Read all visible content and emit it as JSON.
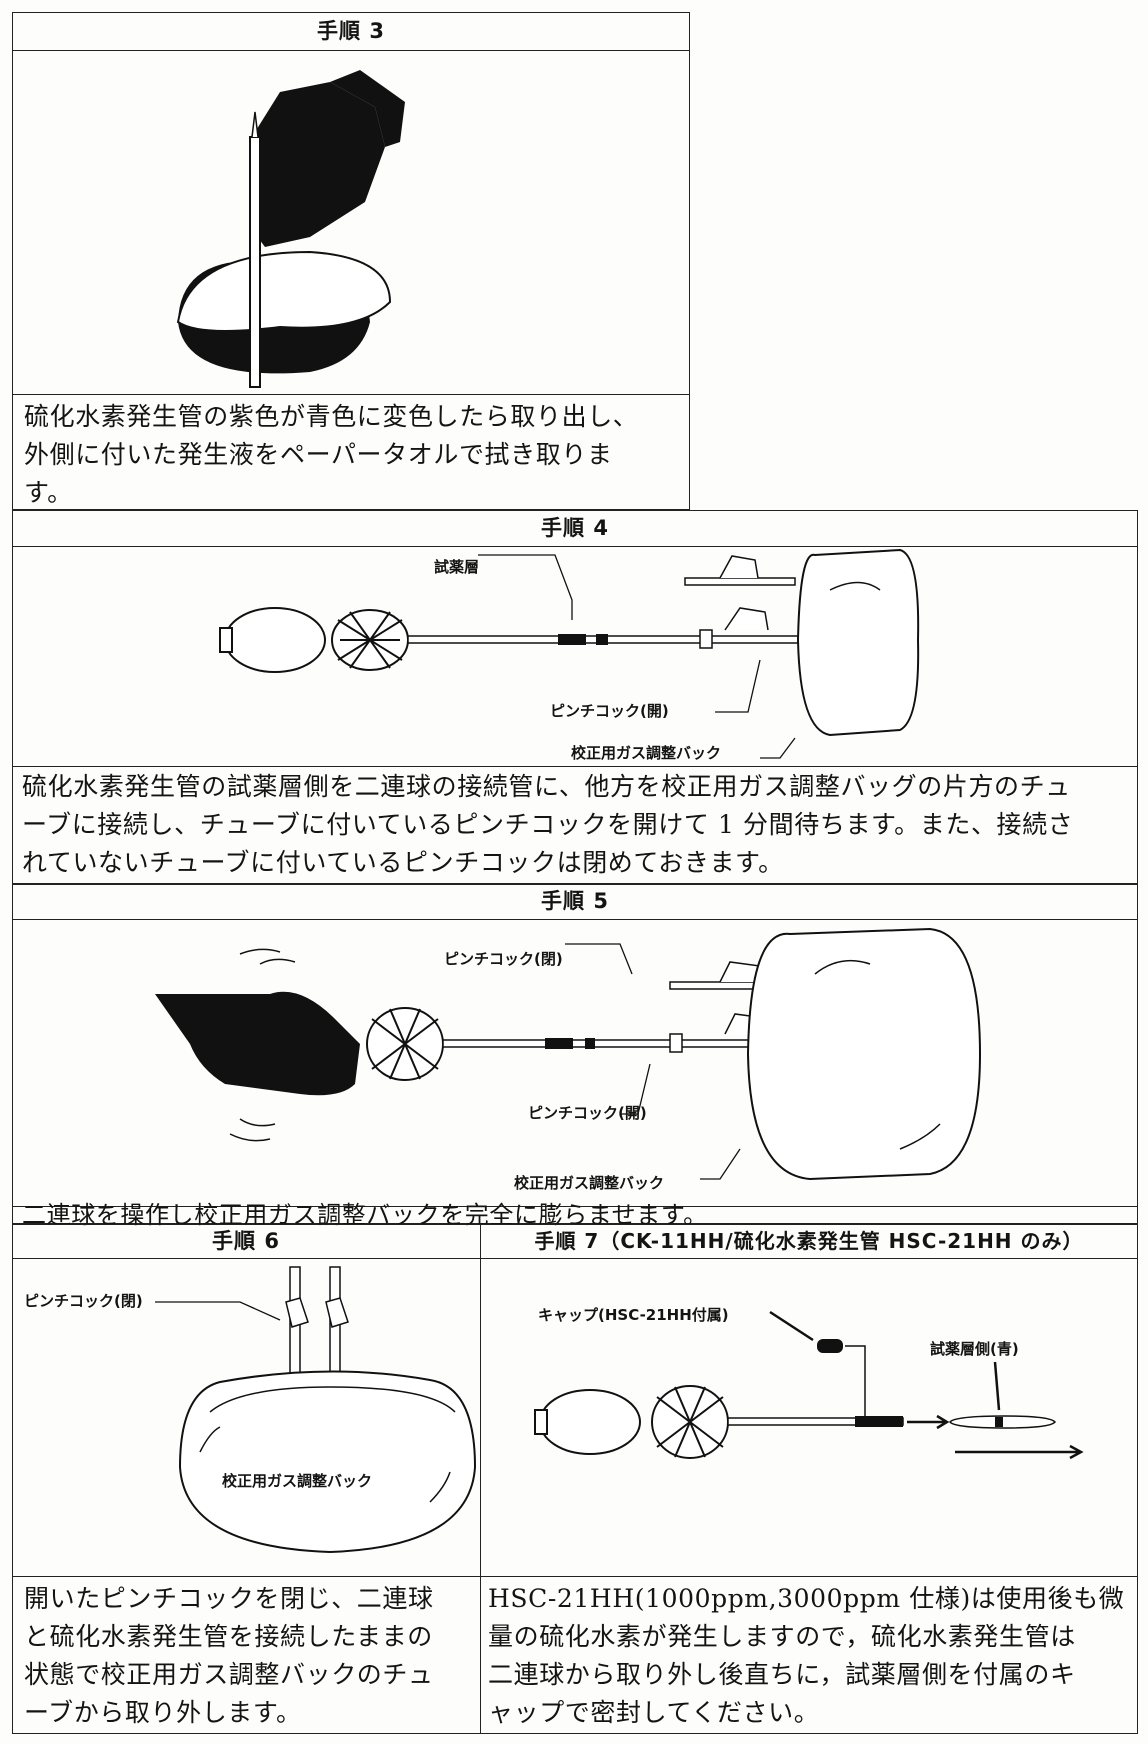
{
  "step3": {
    "title": "手順 3",
    "text": "硫化水素発生管の紫色が青色に変色したら取り出し、\n外側に付いた発生液をペーパータオルで拭き取りま\nす。"
  },
  "step4": {
    "title": "手順 4",
    "label_reagent": "試薬層",
    "label_pinch": "ピンチコック(開)",
    "label_bag": "校正用ガス調整バック",
    "text": "硫化水素発生管の試薬層側を二連球の接続管に、他方を校正用ガス調整バッグの片方のチュ\nーブに接続し、チューブに付いているピンチコックを開けて 1 分間待ちます。また、接続さ\nれていないチューブに付いているピンチコックは閉めておきます。"
  },
  "step5": {
    "title": "手順 5",
    "label_pinch_closed": "ピンチコック(閉)",
    "label_pinch_open": "ピンチコック(開)",
    "label_bag": "校正用ガス調整バック",
    "text": "二連球を操作し校正用ガス調整バックを完全に膨らませます。"
  },
  "step6": {
    "title": "手順 6",
    "label_pinch": "ピンチコック(閉)",
    "label_bag": "校正用ガス調整バック",
    "text": "開いたピンチコックを閉じ、二連球\nと硫化水素発生管を接続したままの\n状態で校正用ガス調整バックのチュ\nーブから取り外します。"
  },
  "step7": {
    "title": "手順 7（CK-11HH/硫化水素発生管 HSC-21HH のみ）",
    "label_cap": "キャップ(HSC-21HH付属)",
    "label_reagent_side": "試薬層側(青)",
    "text": "HSC-21HH(1000ppm,3000ppm 仕様)は使用後も微\n量の硫化水素が発生しますので，硫化水素発生管は\n二連球から取り外し後直ちに，試薬層側を付属のキ\nャップで密封してください。"
  }
}
